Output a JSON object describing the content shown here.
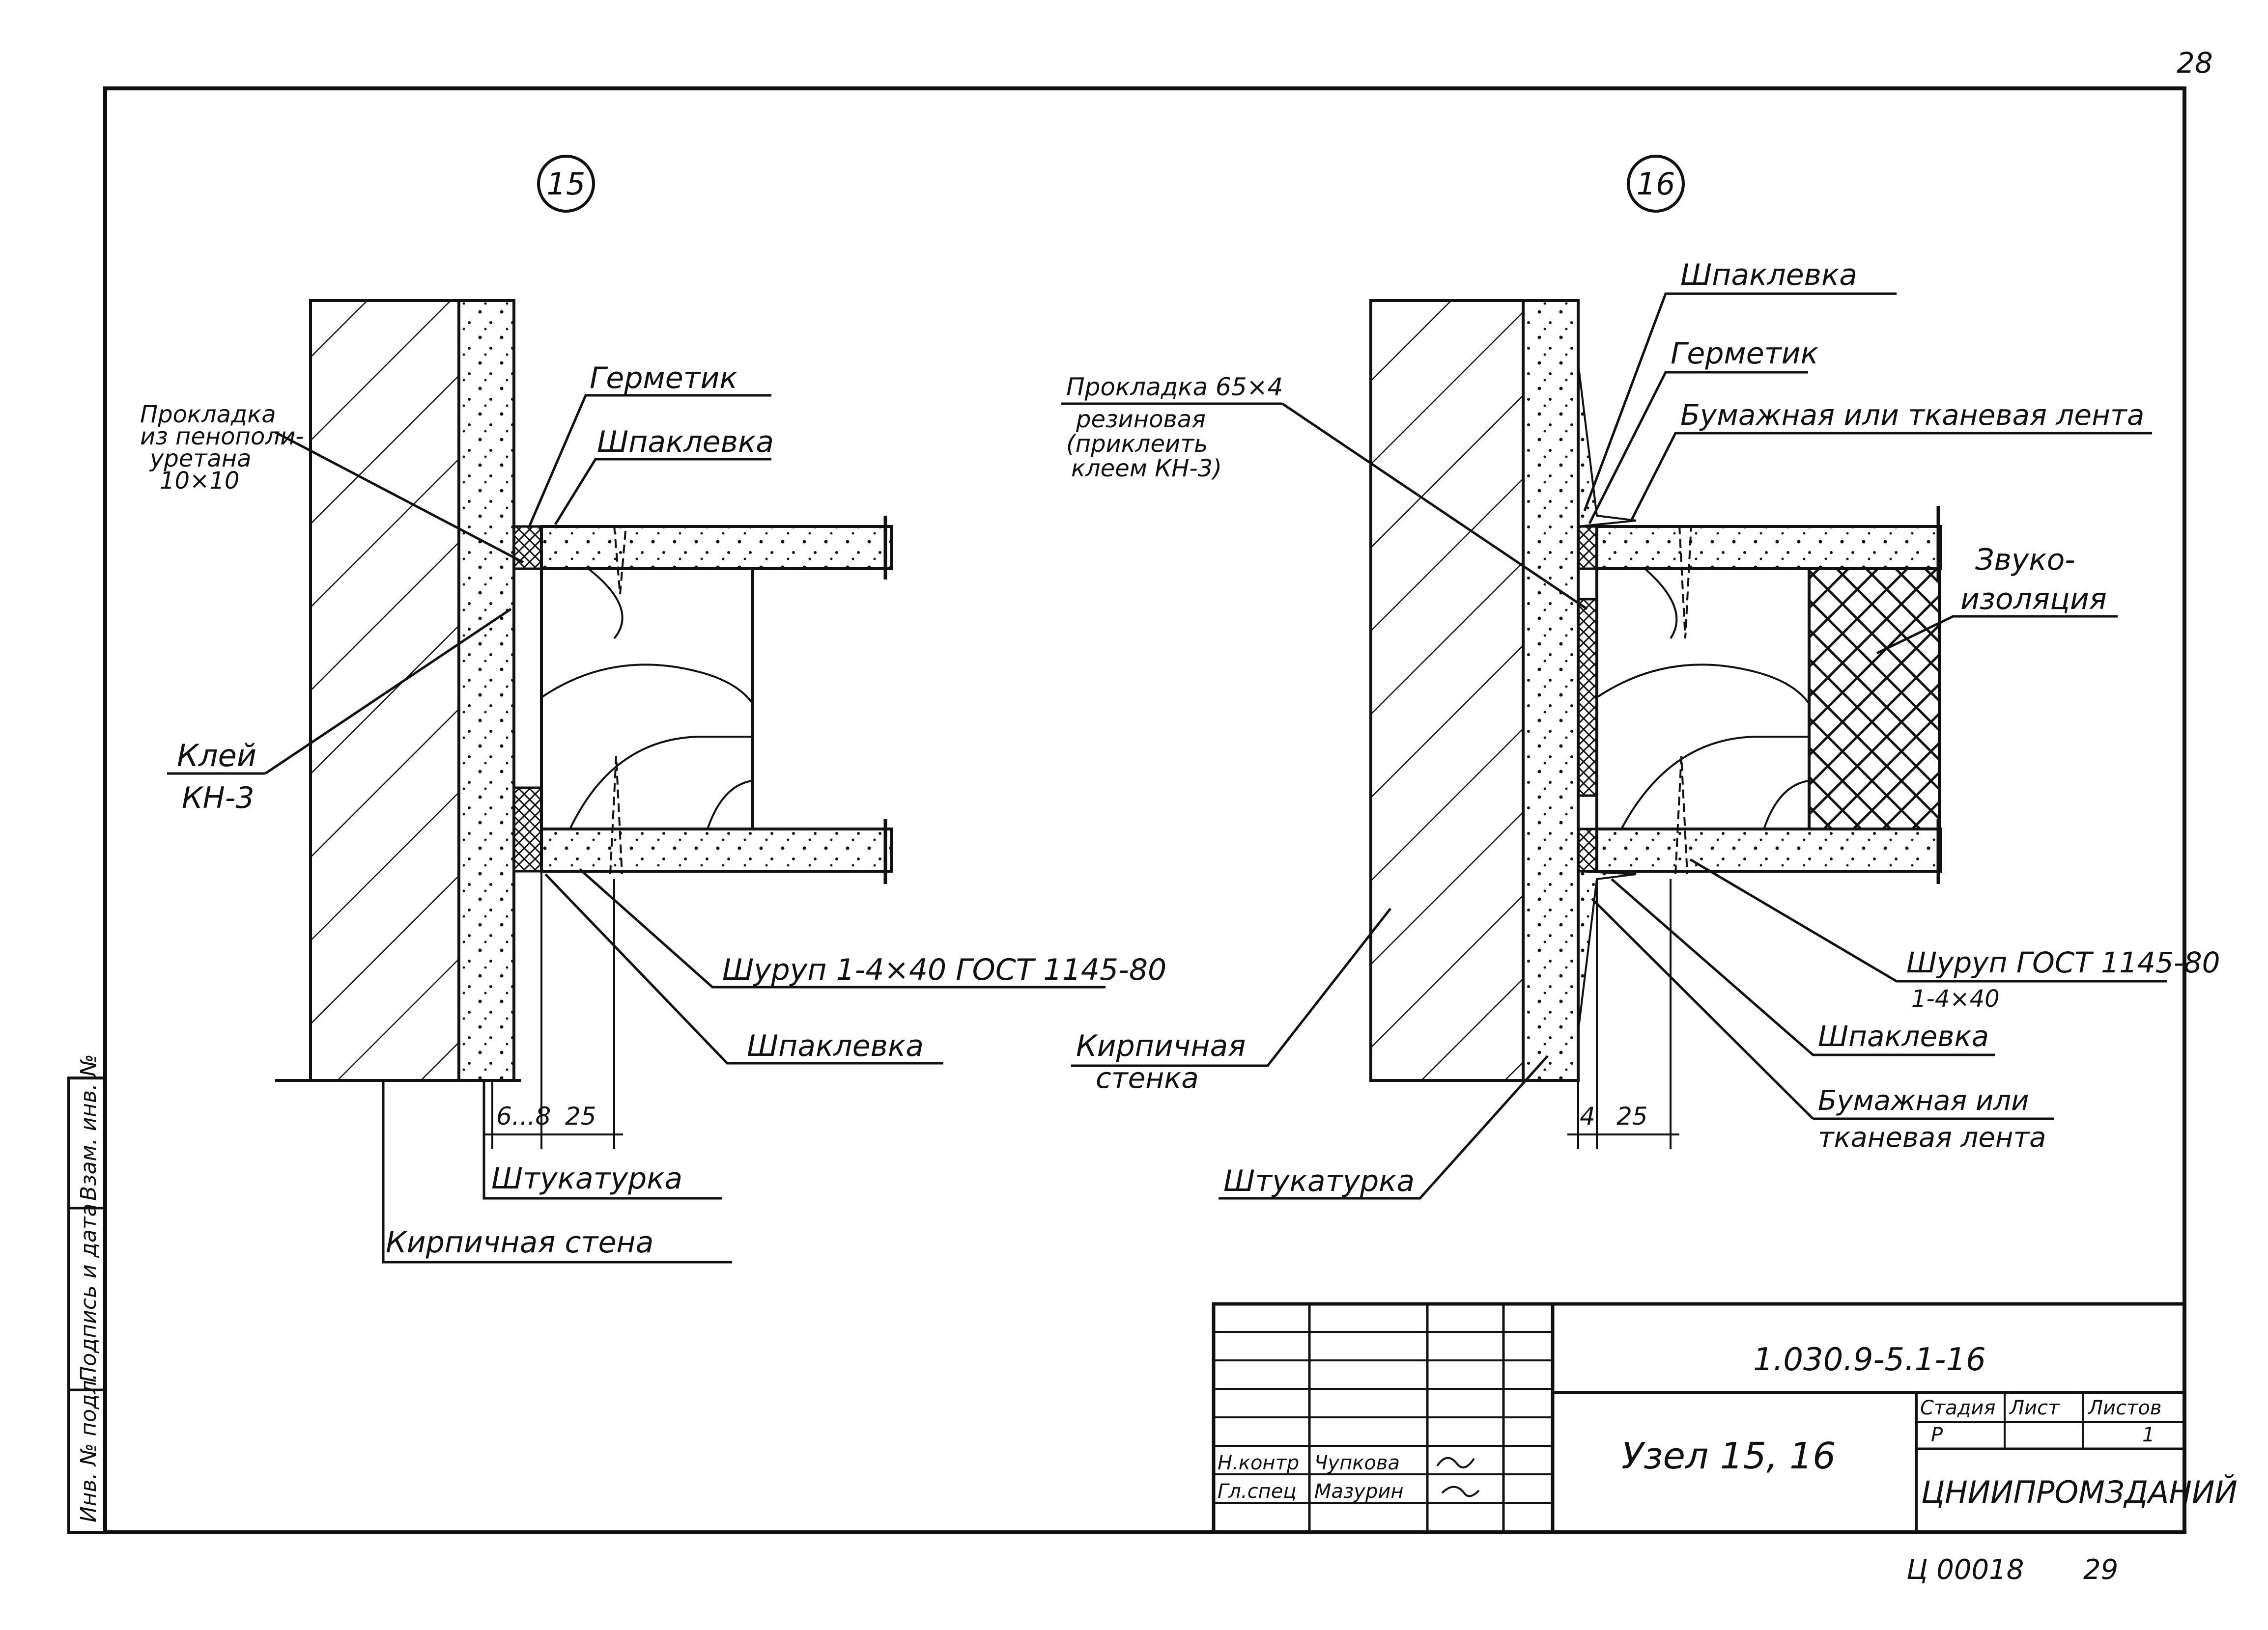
{
  "page_number": "28",
  "stamp": {
    "code": "Ц 00018",
    "number": "29"
  },
  "node15": {
    "id": "15",
    "labels": {
      "germetik": "Герметик",
      "shpaklevka_top": "Шпаклевка",
      "prokladka_l1": "Прокладка",
      "prokladka_l2": "из пенополи-",
      "prokladka_l3": "уретана",
      "prokladka_l4": "10×10",
      "klei_l1": "Клей",
      "klei_l2": "КН-3",
      "shurup": "Шуруп 1-4×40 ГОСТ 1145-80",
      "shpaklevka_bottom": "Шпаклевка",
      "shtukaturka": "Штукатурка",
      "kirpichnaya": "Кирпичная стена"
    },
    "dims": {
      "gap": "6...8",
      "offset": "25"
    }
  },
  "node16": {
    "id": "16",
    "labels": {
      "shpaklevka_top": "Шпаклевка",
      "germetik": "Герметик",
      "lenta_top": "Бумажная или тканевая лента",
      "prokladka_l1": "Прокладка 65×4",
      "prokladka_l2": "резиновая",
      "prokladka_l3": "(приклеить",
      "prokladka_l4": "клеем КН-3)",
      "zvuko_l1": "Звуко-",
      "zvuko_l2": "изоляция",
      "shurup_l1": "Шуруп ГОСТ 1145-80",
      "shurup_l2": "1-4×40",
      "shpaklevka_bottom": "Шпаклевка",
      "lenta_bottom_l1": "Бумажная или",
      "lenta_bottom_l2": "тканевая лента",
      "kirpichnaya_l1": "Кирпичная",
      "kirpichnaya_l2": "стенка",
      "shtukaturka": "Штукатурка"
    },
    "dims": {
      "gap": "4",
      "offset": "25"
    }
  },
  "side_stamp": [
    "Инв. № подл.",
    "Подпись и дата",
    "Взам. инв. №"
  ],
  "title_block": {
    "doc_code": "1.030.9-5.1-16",
    "title": "Узел 15, 16",
    "col_stage": "Стадия",
    "col_sheet": "Лист",
    "col_sheets": "Листов",
    "stage": "Р",
    "sheets": "1",
    "org": "ЦНИИПРОМЗДАНИЙ",
    "roles": [
      {
        "role": "Н.контр",
        "name": "Чупкова"
      },
      {
        "role": "Гл.спец",
        "name": "Мазурин"
      }
    ]
  }
}
